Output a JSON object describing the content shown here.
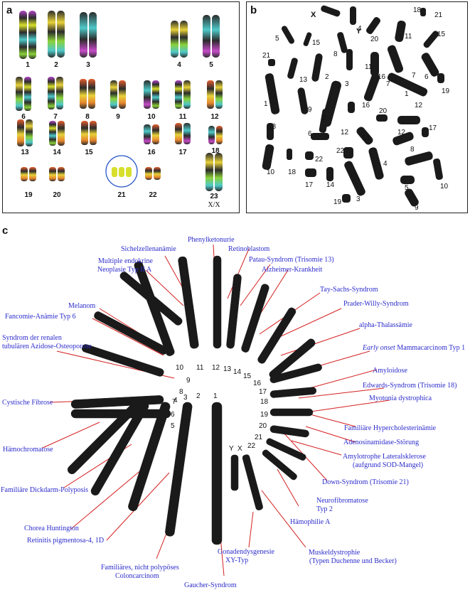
{
  "panels": {
    "a": "a",
    "b": "b",
    "c": "c"
  },
  "karyotype_a": {
    "row1": [
      "1",
      "2",
      "3",
      "4",
      "5"
    ],
    "row2": [
      "6",
      "7",
      "8",
      "9",
      "10",
      "11",
      "12"
    ],
    "row3": [
      "13",
      "14",
      "15",
      "16",
      "17",
      "18"
    ],
    "row4": [
      "19",
      "20",
      "21",
      "22",
      "23"
    ],
    "sex_label": "X/X"
  },
  "spread_b": {
    "labels": [
      "X",
      "4",
      "18",
      "21",
      "5",
      "15",
      "Y",
      "20",
      "11",
      "15",
      "8",
      "21",
      "11",
      "16",
      "7",
      "6",
      "13",
      "2",
      "19",
      "1",
      "3",
      "12",
      "9",
      "1",
      "7",
      "16",
      "20",
      "12",
      "13",
      "2",
      "6",
      "14",
      "17",
      "12",
      "22",
      "8",
      "22",
      "10",
      "18",
      "4",
      "3",
      "17",
      "14",
      "5",
      "10",
      "19",
      "9"
    ]
  },
  "ideogram_c": {
    "numbers": [
      "1",
      "2",
      "3",
      "4",
      "5",
      "6",
      "7",
      "8",
      "9",
      "10",
      "11",
      "12",
      "13",
      "14",
      "15",
      "16",
      "17",
      "18",
      "19",
      "20",
      "21",
      "22",
      "Y",
      "X"
    ],
    "diseases": {
      "sichel": "Sichelzellenanämie",
      "phenyl": "Phenylketonurie",
      "retino": "Retinoblastom",
      "patau": "Patau-Syndrom (Trisomie 13)",
      "alzheimer": "Alzheimer-Krankheit",
      "men_1": "Multiple endokrine",
      "men_2": "Neoplasie Typ II A",
      "tay": "Tay-Sachs-Syndrom",
      "melanom": "Melanom",
      "prader": "Prader-Willy-Syndrom",
      "fanconi": "Fancomie-Anämie Typ 6",
      "alpha": "alpha-Thalassämie",
      "renal_1": "Syndrom der renalen",
      "renal_2": "tubulären Azidose-Osteoporose",
      "mamma_italic": "Early onset",
      "mamma_rest": " Mammacarcinom Typ 1",
      "amyloidose": "Amyloidose",
      "edwards": "Edwards-Syndrom (Trisomie 18)",
      "cystic": "Cystische Fibrose",
      "myotonia": "Myotonia dystrophica",
      "hyperchol": "Familiäre Hypercholesterinämie",
      "haemochrom": "Hämochromatose",
      "ada": "Adenosinamidase-Störung",
      "als_1": "Amylotrophe Lateralsklerose",
      "als_2": "(aufgrund SOD-Mangel)",
      "dickdarm": "Familiäre Dickdarm-Polyposis",
      "down": "Down-Syndrom (Trisomie 21)",
      "neurofib_1": "Neurofibromatose",
      "neurofib_2": "Typ 2",
      "chorea": "Chorea Huntington",
      "haemophilie": "Hämophilie A",
      "retinitis": "Retinitis pigmentosa-4, 1D",
      "gonaden_1": "Gonadendysgenesie",
      "gonaden_2": "XY-Typ",
      "muskel_1": "Muskeldystrophie",
      "muskel_2": "(Typen Duchenne und Becker)",
      "fam_1": "Familiäres, nicht polypöses",
      "fam_2": "Coloncarcinom",
      "gaucher": "Gaucher-Syndrom"
    }
  },
  "colors": {
    "disease_text": "#2c2ccc",
    "pointer_line": "#d42020",
    "chromosome": "#1a1a1a"
  }
}
